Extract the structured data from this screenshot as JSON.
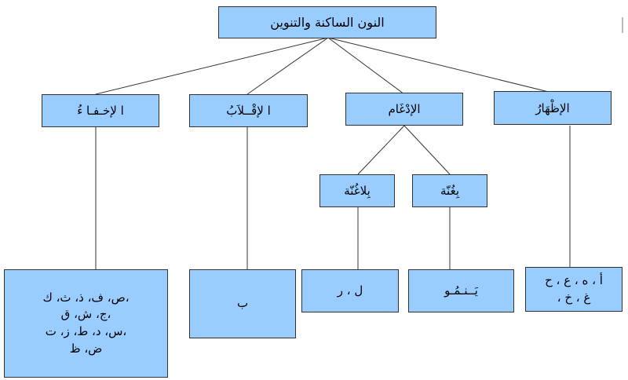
{
  "diagram": {
    "root": "النون الساكنة والتنوين",
    "categories": {
      "ikhfa": "ا لإخـفـا ءُ",
      "iqlab": "ا لإقْــلاَبُ",
      "idgham": "الإدْغَام",
      "izhar": "الإظْهَارُ"
    },
    "sub": {
      "bila_ghunna": "بِلاغُنّة",
      "bi_ghunna": "بِغُنّة"
    },
    "leaves": {
      "ikhfa_lines": [
        "،ص، ف، ذ، ث، ك",
        "،ج، ش، ق",
        "،س، د، ط، ز، ت",
        "ض، ظ"
      ],
      "iqlab": "ب",
      "bila_ghunna": "ل ، ر",
      "bi_ghunna": "يَــنـمُـو",
      "izhar_lines": [
        "أ ، ه ، ع ، ح",
        "غ ، خ ،"
      ]
    },
    "colors": {
      "box": "#99ccff",
      "border": "#333333",
      "line": "#333333"
    }
  }
}
